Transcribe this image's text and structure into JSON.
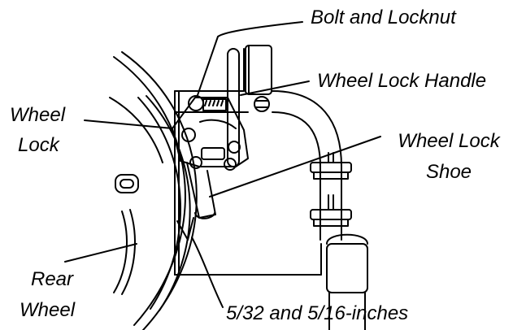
{
  "labels": {
    "bolt_and_locknut": "Bolt and Locknut",
    "wheel_lock_handle": "Wheel Lock Handle",
    "wheel_lock_line1": "Wheel",
    "wheel_lock_line2": "Lock",
    "wheel_lock_shoe_line1": "Wheel Lock",
    "wheel_lock_shoe_line2": "Shoe",
    "rear_wheel_line1": "Rear",
    "rear_wheel_line2": "Wheel",
    "clearance": "5/32 and 5/16-inches"
  },
  "colors": {
    "ink": "#000000",
    "paper": "#ffffff"
  }
}
